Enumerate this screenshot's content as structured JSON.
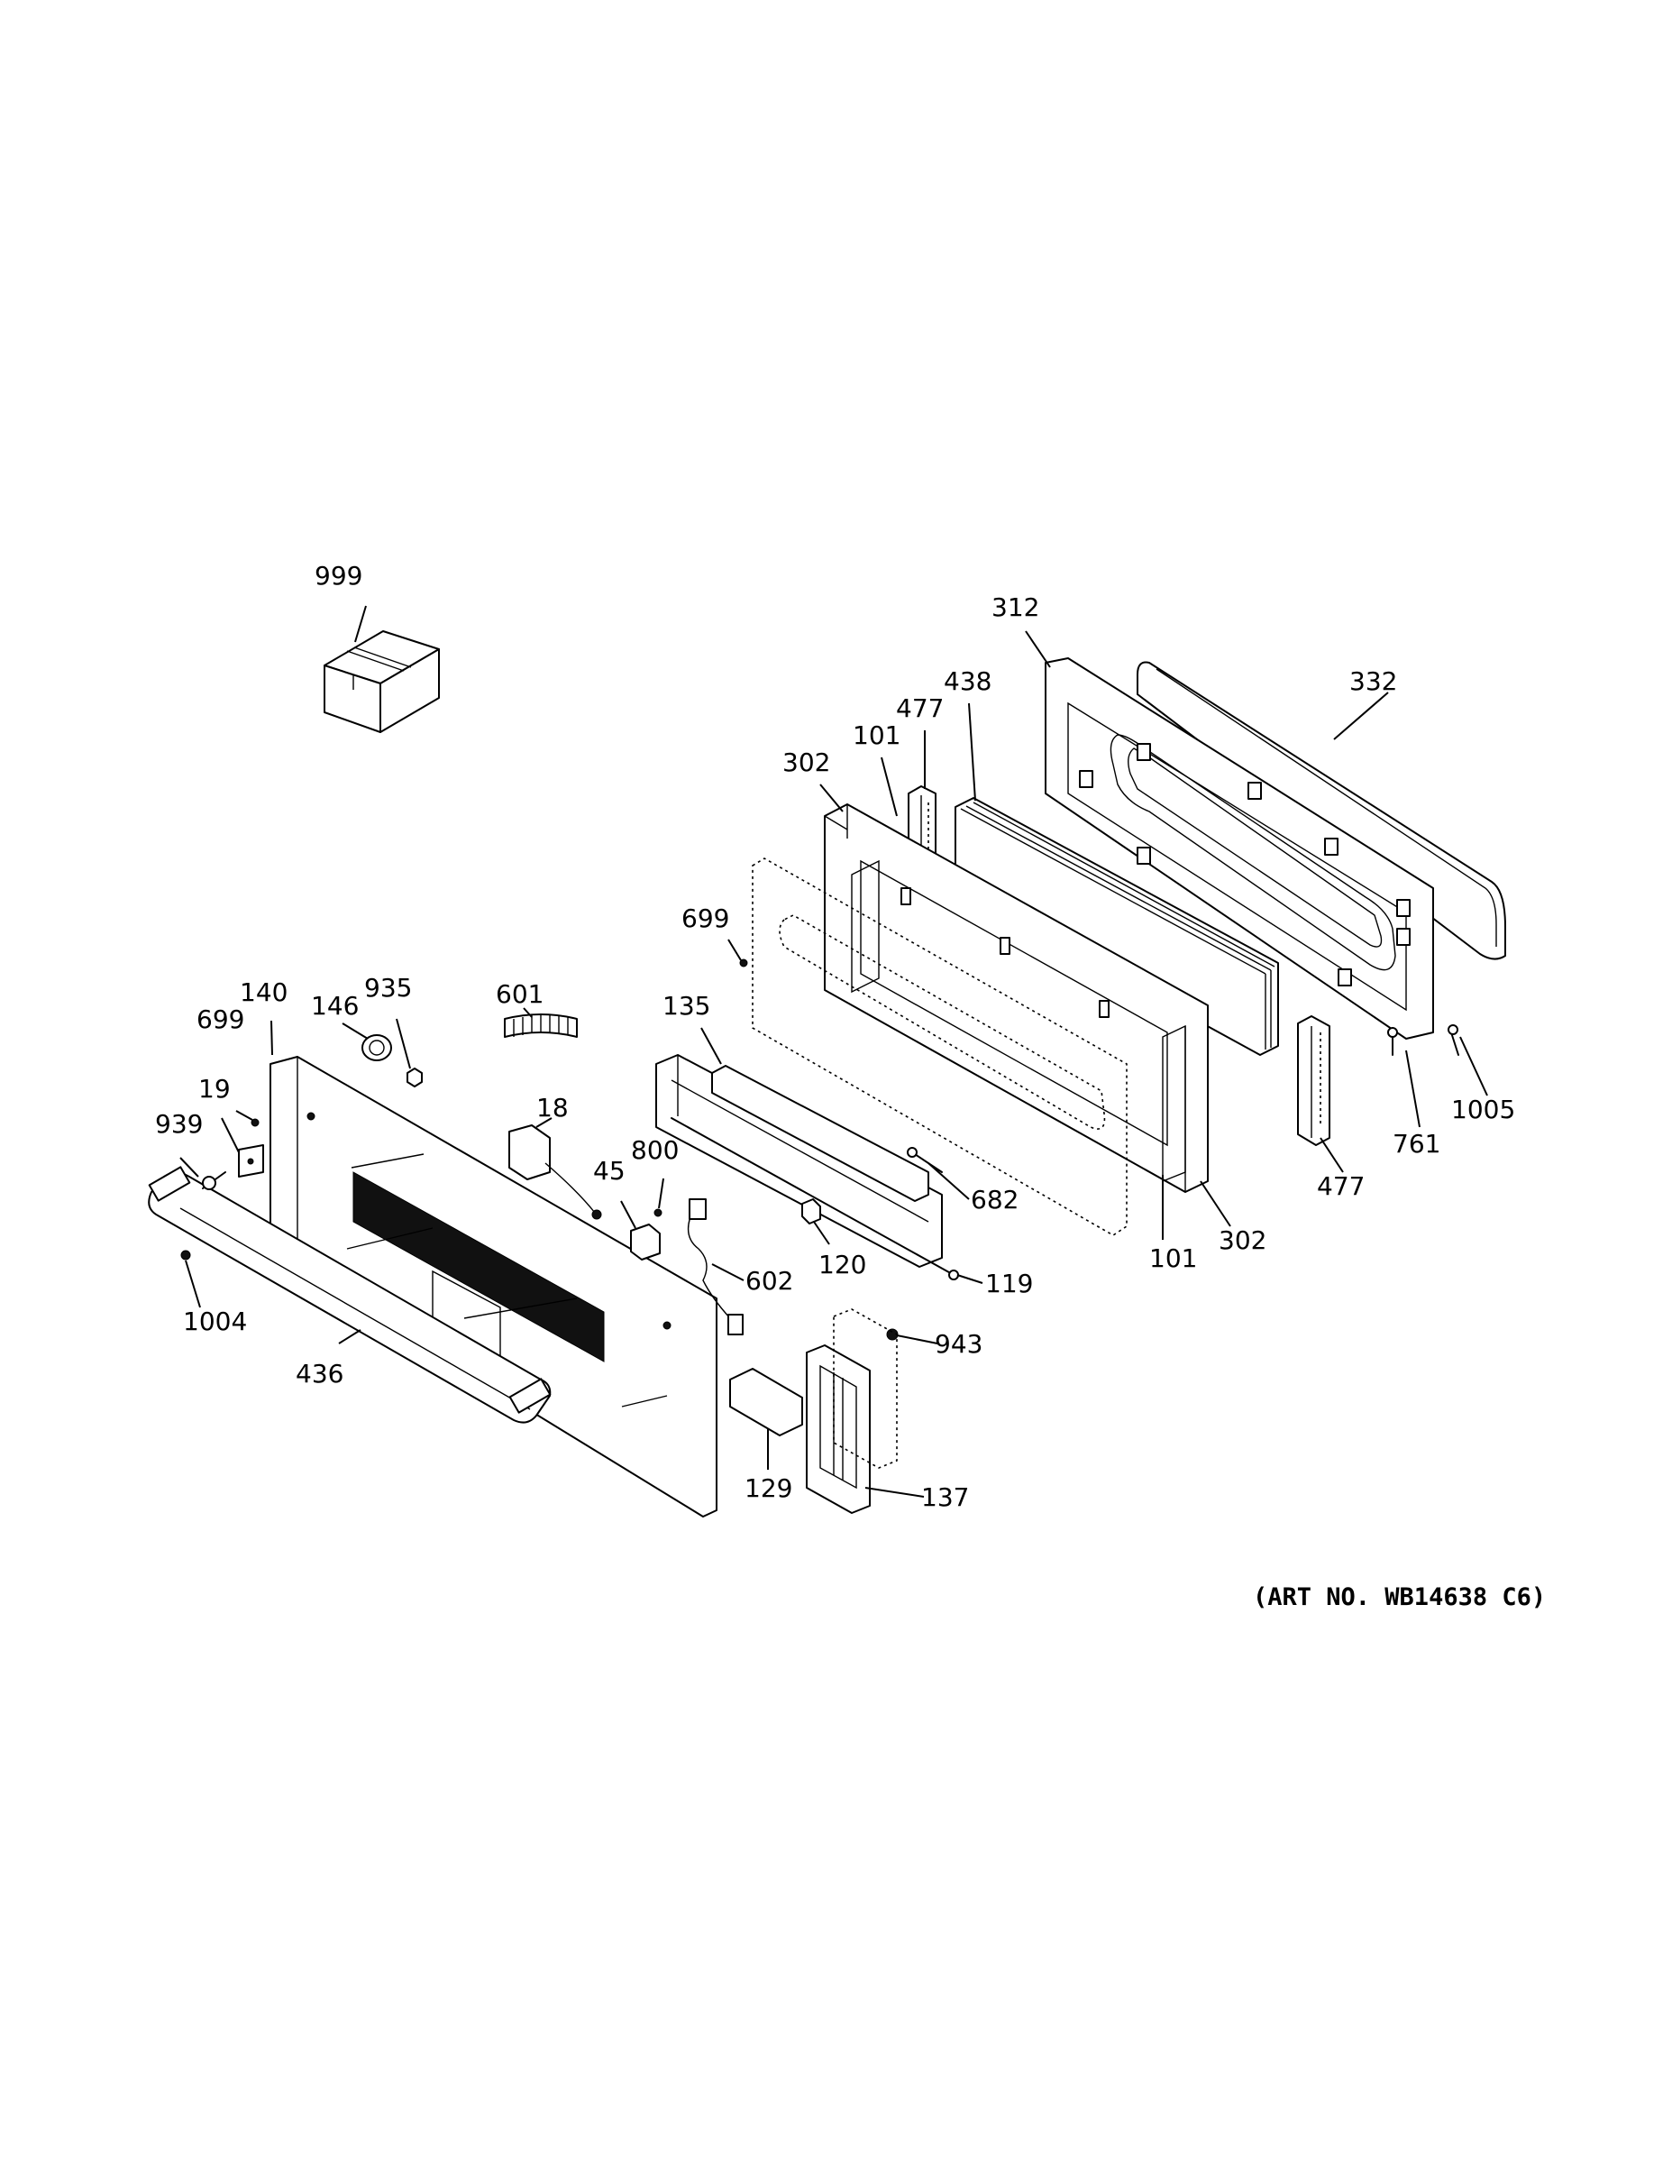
{
  "diagram": {
    "art_number": "(ART NO. WB14638 C6)",
    "callouts": [
      {
        "id": "999",
        "text": "999"
      },
      {
        "id": "312",
        "text": "312"
      },
      {
        "id": "332",
        "text": "332"
      },
      {
        "id": "438",
        "text": "438"
      },
      {
        "id": "477a",
        "text": "477"
      },
      {
        "id": "101a",
        "text": "101"
      },
      {
        "id": "302a",
        "text": "302"
      },
      {
        "id": "699a",
        "text": "699"
      },
      {
        "id": "601",
        "text": "601"
      },
      {
        "id": "935",
        "text": "935"
      },
      {
        "id": "140",
        "text": "140"
      },
      {
        "id": "146",
        "text": "146"
      },
      {
        "id": "699b",
        "text": "699"
      },
      {
        "id": "135",
        "text": "135"
      },
      {
        "id": "19",
        "text": "19"
      },
      {
        "id": "939",
        "text": "939"
      },
      {
        "id": "18",
        "text": "18"
      },
      {
        "id": "800",
        "text": "800"
      },
      {
        "id": "45",
        "text": "45"
      },
      {
        "id": "682",
        "text": "682"
      },
      {
        "id": "120",
        "text": "120"
      },
      {
        "id": "119",
        "text": "119"
      },
      {
        "id": "602",
        "text": "602"
      },
      {
        "id": "101b",
        "text": "101"
      },
      {
        "id": "302b",
        "text": "302"
      },
      {
        "id": "477b",
        "text": "477"
      },
      {
        "id": "761",
        "text": "761"
      },
      {
        "id": "1005",
        "text": "1005"
      },
      {
        "id": "1004",
        "text": "1004"
      },
      {
        "id": "436",
        "text": "436"
      },
      {
        "id": "943",
        "text": "943"
      },
      {
        "id": "129",
        "text": "129"
      },
      {
        "id": "137",
        "text": "137"
      }
    ]
  }
}
